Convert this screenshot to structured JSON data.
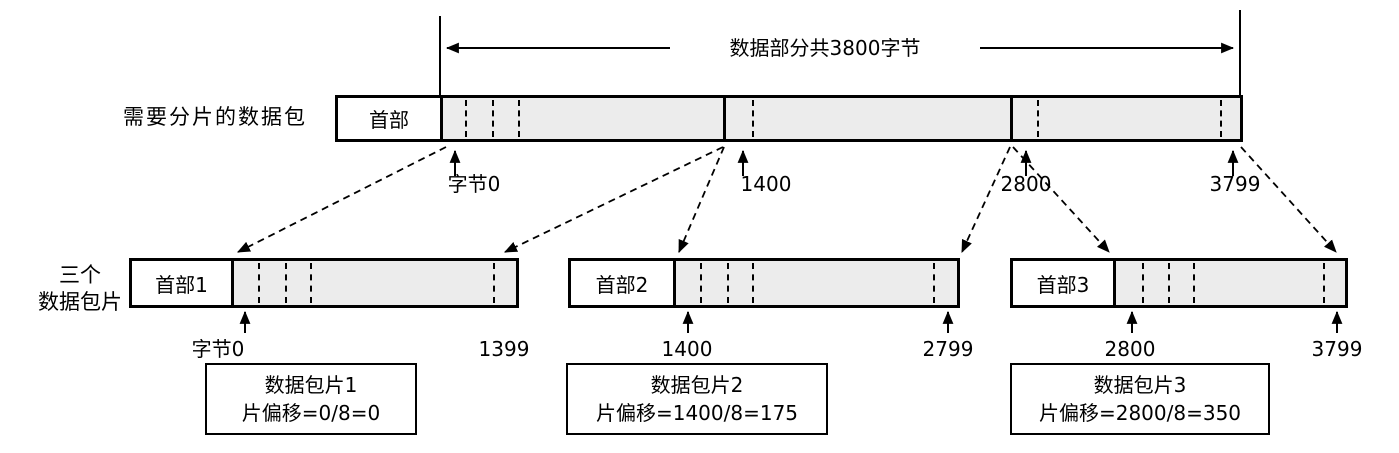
{
  "top_packet": {
    "label": "需要分片的数据包",
    "header_label": "首部",
    "span_label": "数据部分共3800字节",
    "byte_markers": [
      "字节0",
      "1400",
      "2800",
      "3799"
    ]
  },
  "fragments_section": {
    "label_line1": "三个",
    "label_line2": "数据包片",
    "fragments": [
      {
        "header_label": "首部1",
        "start_label": "字节0",
        "end_label": "1399",
        "info_line1": "数据包片1",
        "info_line2": "片偏移=0/8=0"
      },
      {
        "header_label": "首部2",
        "start_label": "1400",
        "end_label": "2799",
        "info_line1": "数据包片2",
        "info_line2": "片偏移=1400/8=175"
      },
      {
        "header_label": "首部3",
        "start_label": "2800",
        "end_label": "3799",
        "info_line1": "数据包片3",
        "info_line2": "片偏移=2800/8=350"
      }
    ]
  },
  "colors": {
    "line": "#000000",
    "data_fill": "#ececec",
    "background": "#ffffff"
  }
}
